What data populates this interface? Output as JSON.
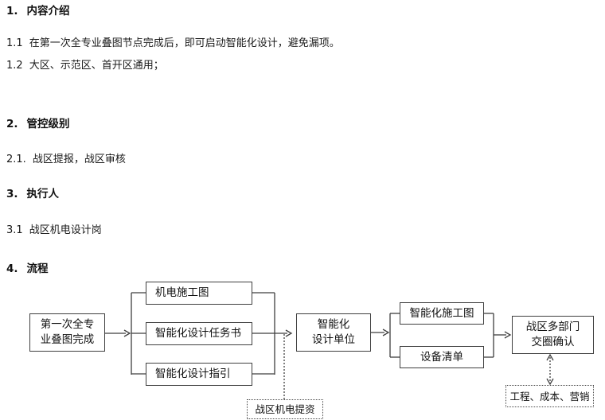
{
  "document": {
    "sections": [
      {
        "number": "1.",
        "title": "内容介绍",
        "items": [
          {
            "number": "1.1",
            "text": "在第一次全专业叠图节点完成后，即可启动智能化设计，避免漏项。"
          },
          {
            "number": "1.2",
            "text": "大区、示范区、首开区通用；"
          }
        ]
      },
      {
        "number": "2.",
        "title": "管控级别",
        "items": [
          {
            "number": "2.1.",
            "text": "战区提报，战区审核"
          }
        ]
      },
      {
        "number": "3.",
        "title": "执行人",
        "items": [
          {
            "number": "3.1",
            "text": "战区机电设计岗"
          }
        ]
      },
      {
        "number": "4.",
        "title": "流程",
        "items": []
      }
    ]
  },
  "flowchart": {
    "nodes": {
      "start": {
        "line1": "第一次全专",
        "line2": "业叠图完成"
      },
      "mech_drawing": {
        "label": "机电施工图"
      },
      "task_book": {
        "label": "智能化设计任务书"
      },
      "design_guide": {
        "label": "智能化设计指引"
      },
      "design_unit": {
        "line1": "智能化",
        "line2": "设计单位"
      },
      "smart_drawing": {
        "label": "智能化施工图"
      },
      "equipment_list": {
        "label": "设备清单"
      },
      "confirm": {
        "line1": "战区多部门",
        "line2": "交圈确认"
      },
      "note_provide": {
        "label": "战区机电提资"
      },
      "note_depts": {
        "label": "工程、成本、营销"
      }
    }
  },
  "colors": {
    "text": "#1a1a1a",
    "line": "#3f3f3f",
    "background": "#ffffff"
  }
}
